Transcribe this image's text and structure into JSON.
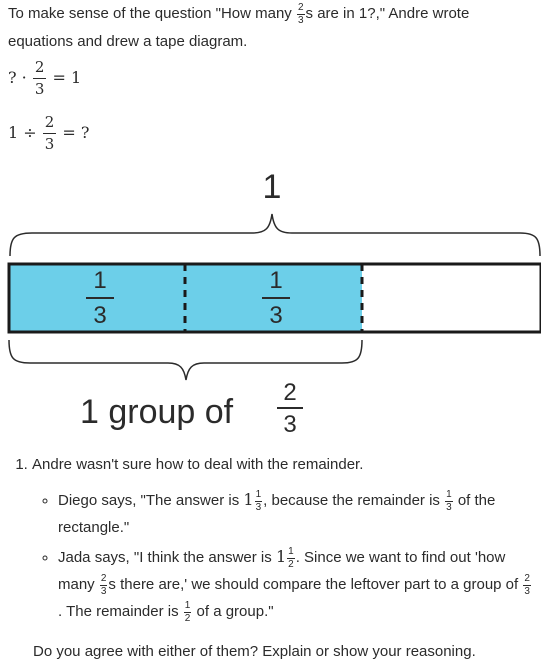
{
  "intro": {
    "part1": "To make sense of the question \"How many ",
    "frac_num": "2",
    "frac_den": "3",
    "part2": "s are in 1?,\" Andre wrote equations and drew a tape diagram."
  },
  "equation1": {
    "lhs": "? ·",
    "frac_num": "2",
    "frac_den": "3",
    "rhs": "= 1"
  },
  "equation2": {
    "lhs": "1 ÷",
    "frac_num": "2",
    "frac_den": "3",
    "rhs": "= ?"
  },
  "diagram": {
    "top_brace_label": "1",
    "segments": [
      {
        "num": "1",
        "den": "3"
      },
      {
        "num": "1",
        "den": "3"
      }
    ],
    "bottom_label_text": "1 group of",
    "bottom_frac_num": "2",
    "bottom_frac_den": "3",
    "fill_color": "#6ccfe9",
    "outline_color": "#1a1a1a"
  },
  "question": {
    "number": "1",
    "text": "Andre wasn't sure how to deal with the remainder.",
    "diego": {
      "p1": "Diego says, \"The answer is ",
      "whole": "1",
      "num": "1",
      "den": "3",
      "p2": ", because the remainder is ",
      "num2": "1",
      "den2": "3",
      "p3": " of the rectangle.\""
    },
    "jada": {
      "p1": "Jada says, \"I think the answer is ",
      "whole": "1",
      "num": "1",
      "den": "2",
      "p2": ". Since we want to find out 'how many ",
      "num2": "2",
      "den2": "3",
      "p3": "s there are,' we should compare the leftover part to a group of ",
      "num3": "2",
      "den3": "3",
      "p4": ". The remainder is ",
      "num4": "1",
      "den4": "2",
      "p5": " of a group.\""
    },
    "closing": "Do you agree with either of them? Explain or show your reasoning."
  }
}
